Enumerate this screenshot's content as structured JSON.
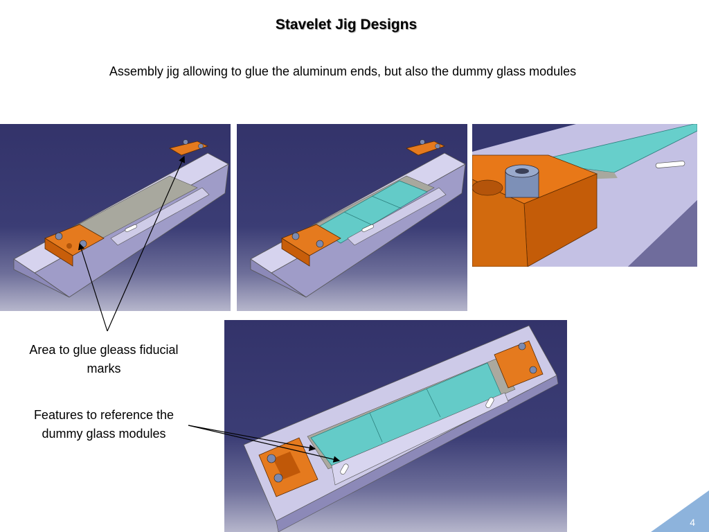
{
  "slide": {
    "title": "Stavelet Jig Designs",
    "subtitle": "Assembly jig allowing to glue the aluminum ends, but also the dummy glass modules",
    "label_glue": "Area to glue gleass fiducial marks",
    "label_features": "Features to reference the dummy glass modules",
    "page_number": "4"
  },
  "colors": {
    "background_blue": "#3a3c74",
    "jig_plate": "#b9b6dc",
    "orange_block": "#e06a10",
    "glass": "#5cc6c4",
    "gray_area": "#a7a79e",
    "accent_corner": "#8db3dc"
  }
}
